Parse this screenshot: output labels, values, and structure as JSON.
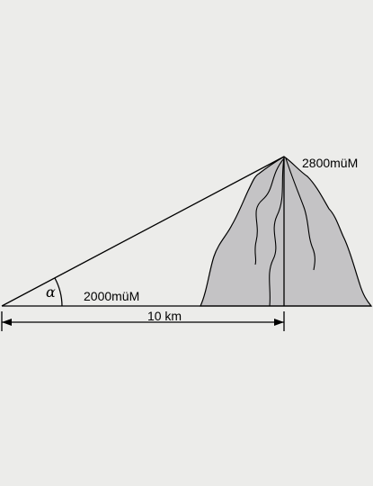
{
  "diagram": {
    "peak_elevation": "2800müM",
    "base_elevation": "2000müM",
    "horizontal_distance": "10 km",
    "angle_symbol": "α"
  },
  "colors": {
    "background": "#ececea",
    "mountain_fill": "#c4c3c5",
    "line": "#000000"
  }
}
